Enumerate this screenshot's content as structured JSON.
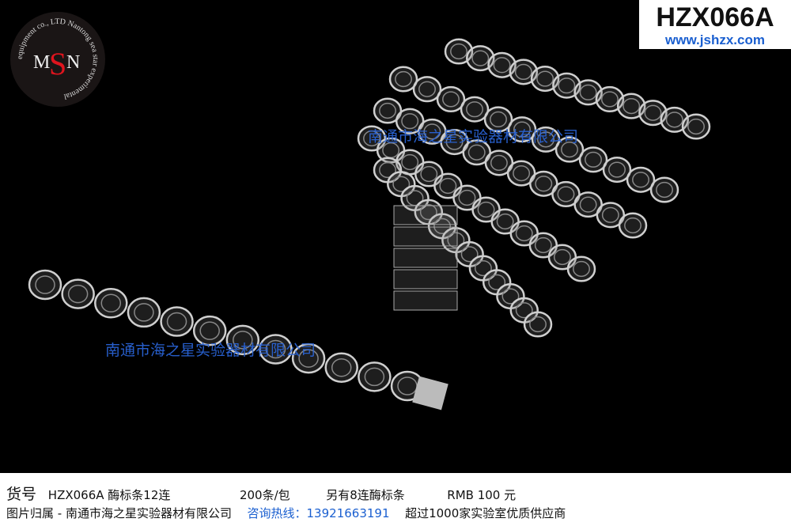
{
  "header": {
    "product_code": "HZX066A",
    "website": "www.jshzx.com"
  },
  "logo": {
    "letters": "MSN",
    "ring_text": "Nantong sea star experimental equipment co., LTD"
  },
  "watermarks": [
    "南通市海之星实验器材有限公司",
    "南通市海之星实验器材有限公司"
  ],
  "footer": {
    "item_label": "货号",
    "item_code": "HZX066A 酶标条12连",
    "pack": "200条/包",
    "note": "另有8连酶标条",
    "price": "RMB 100 元",
    "credit": "图片归属 - 南通市海之星实验器材有限公司",
    "hotline": "咨询热线：13921663191",
    "slogan": "超过1000家实验室优质供应商"
  }
}
